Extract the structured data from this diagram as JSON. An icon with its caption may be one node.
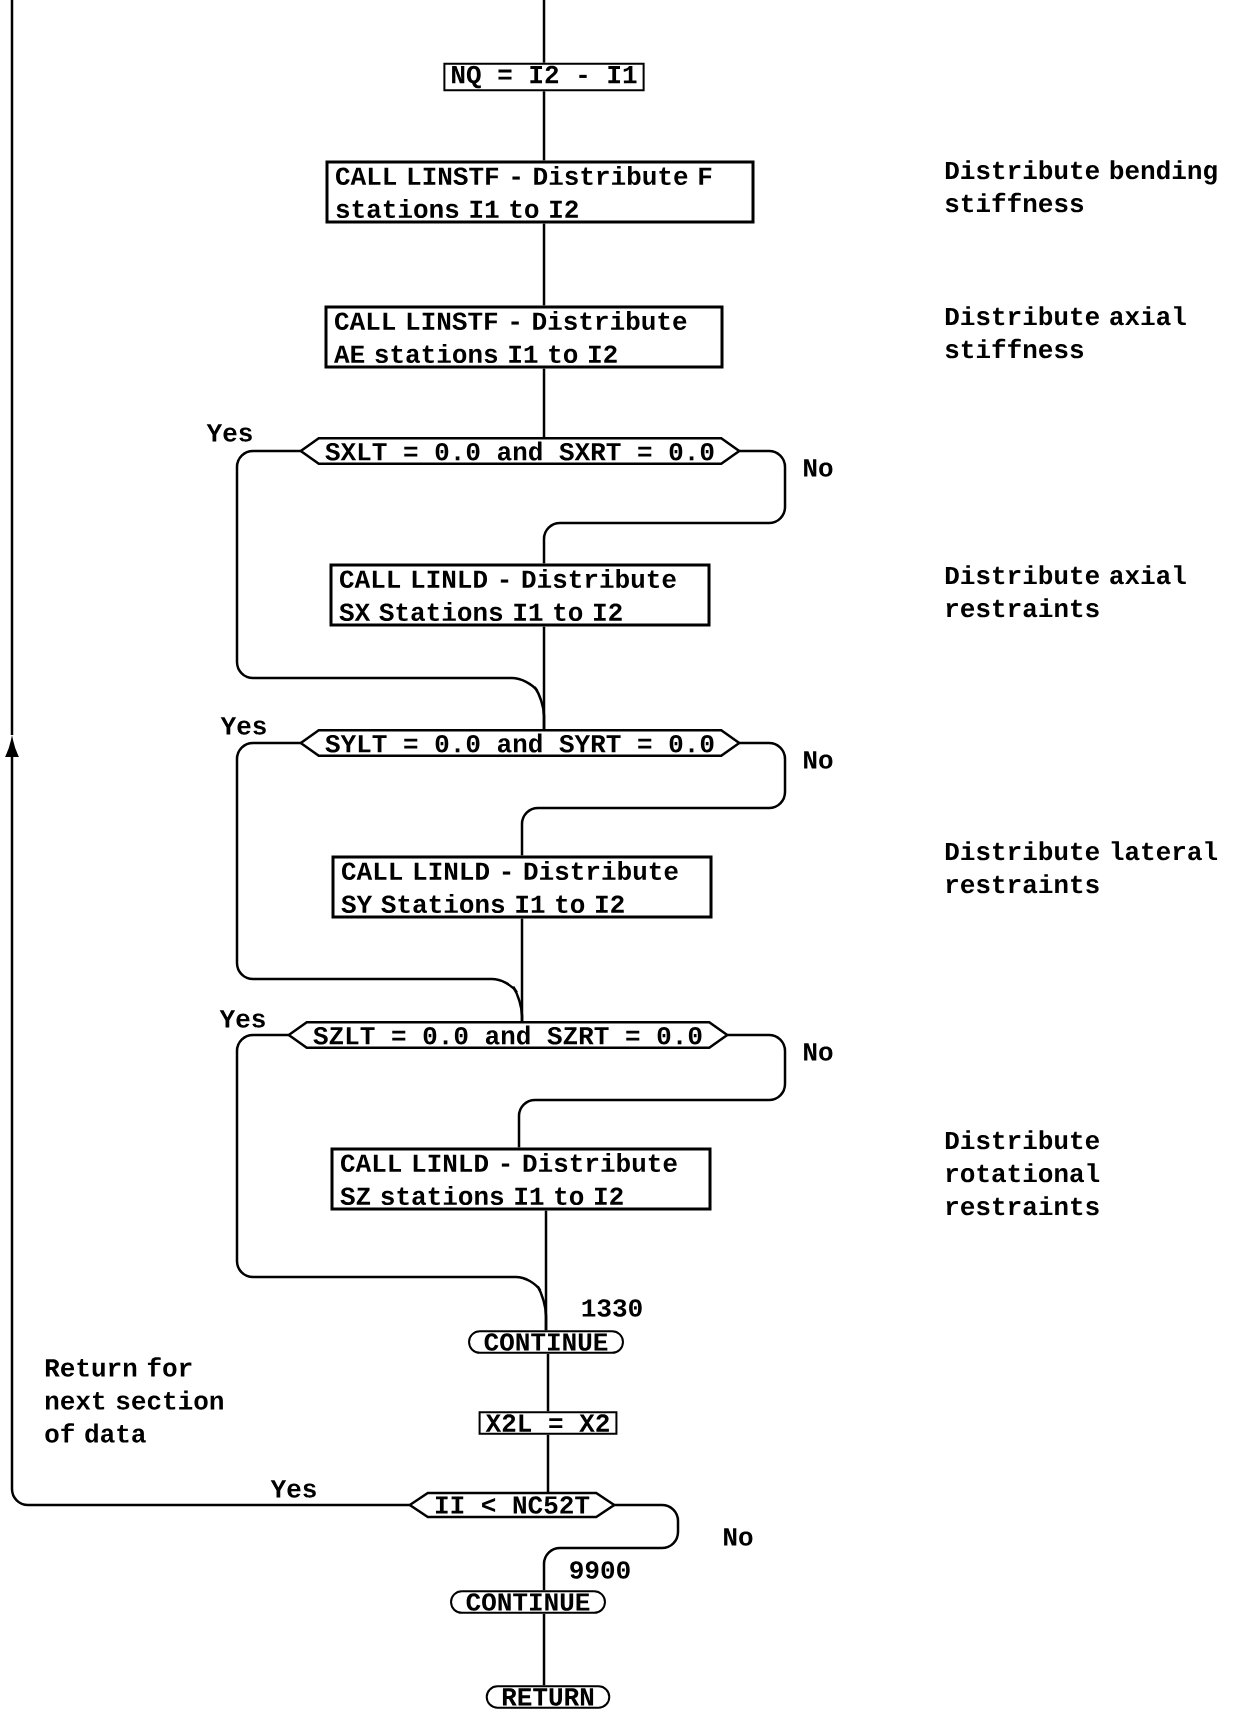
{
  "diagram": {
    "nodes": [
      {
        "text": [
          "NQ = I2 - I1"
        ]
      },
      {
        "text": [
          "CALL LINSTF - Distribute F stations I1 to I2"
        ]
      },
      {
        "text": [
          "CALL LINSTF - Distribute AE stations I1 to I2"
        ]
      },
      {
        "text": [
          "SXLT = 0.0 and SXRT = 0.0"
        ]
      },
      {
        "text": [
          "CALL LINLD - Distribute SX Stations I1 to I2"
        ]
      },
      {
        "text": [
          "SYLT = 0.0 and SYRT = 0.0"
        ]
      },
      {
        "text": [
          "CALL LINLD - Distribute SY Stations I1 to I2"
        ]
      },
      {
        "text": [
          "SZLT = 0.0 and SZRT = 0.0"
        ]
      },
      {
        "text": [
          "CALL LINLD - Distribute SZ stations I1 to I2"
        ]
      },
      {
        "text": [
          "CONTINUE"
        ],
        "beside": [
          "1330"
        ]
      },
      {
        "text": [
          "X2L = X2"
        ]
      },
      {
        "text": [
          "II < NC52T"
        ]
      },
      {
        "text": [
          "CONTINUE"
        ],
        "beside": [
          "9900"
        ]
      },
      {
        "text": [
          "RETURN"
        ]
      }
    ],
    "edges": [
      {
        "from": null,
        "to": 0,
        "arrow": "none"
      },
      {
        "from": 0,
        "to": 1,
        "arrow": "none"
      },
      {
        "from": 1,
        "to": 2,
        "arrow": "none"
      },
      {
        "from": 2,
        "to": 3,
        "arrow": "none"
      },
      {
        "from": 3,
        "to": 4,
        "arrow": "none",
        "label": "No"
      },
      {
        "from": 3,
        "to": 5,
        "arrow": "none",
        "label": "Yes"
      },
      {
        "from": 4,
        "to": 5,
        "arrow": "none"
      },
      {
        "from": 5,
        "to": 6,
        "arrow": "none",
        "label": "No"
      },
      {
        "from": 5,
        "to": 7,
        "arrow": "none",
        "label": "Yes"
      },
      {
        "from": 6,
        "to": 7,
        "arrow": "none"
      },
      {
        "from": 7,
        "to": 8,
        "arrow": "none",
        "label": "No"
      },
      {
        "from": 7,
        "to": 9,
        "arrow": "none",
        "label": "Yes"
      },
      {
        "from": 8,
        "to": 9,
        "arrow": "none"
      },
      {
        "from": 9,
        "to": 10,
        "arrow": "none"
      },
      {
        "from": 10,
        "to": 11,
        "arrow": "none"
      },
      {
        "from": 11,
        "to": null,
        "arrow": "to",
        "label": "Yes"
      },
      {
        "from": 11,
        "to": 12,
        "arrow": "none",
        "label": "No"
      },
      {
        "from": 12,
        "to": 13,
        "arrow": "none"
      }
    ],
    "labels": [
      "Distribute bending stiffness",
      "Distribute axial stiffness",
      "Distribute axial restraints",
      "Distribute lateral restraints",
      "Distribute rotational restraints",
      "Return for next section of data"
    ]
  }
}
